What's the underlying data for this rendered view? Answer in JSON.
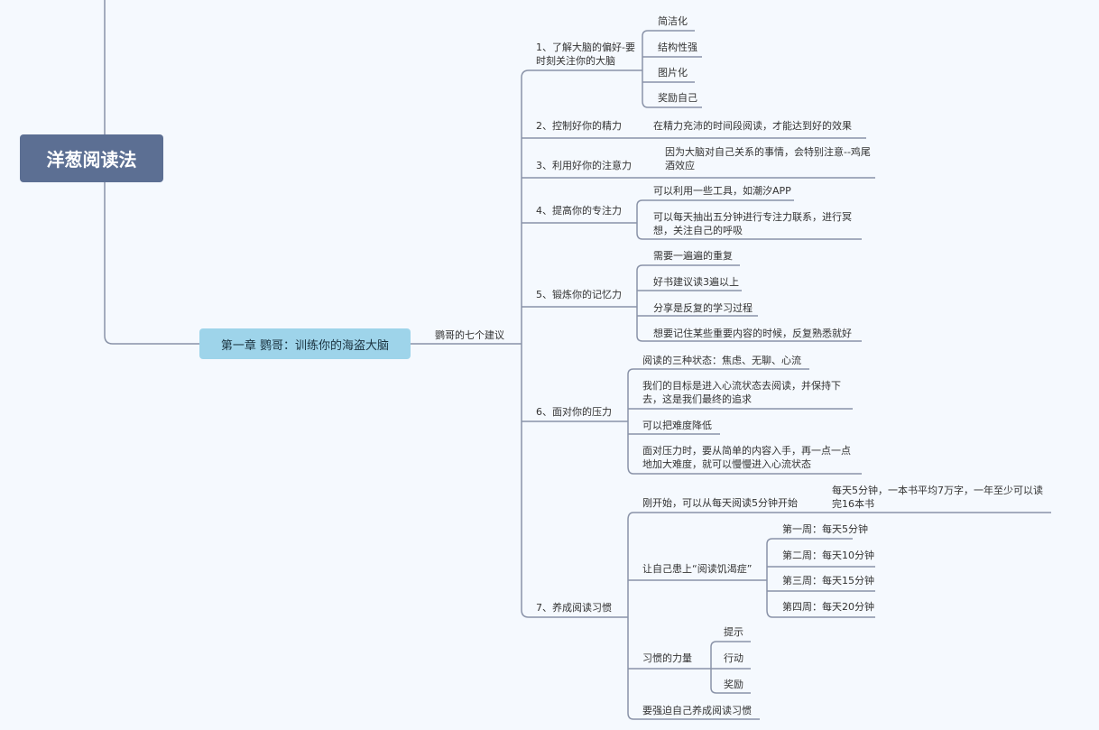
{
  "root": {
    "title": "洋葱阅读法"
  },
  "chapter": {
    "title": "第一章 鹦哥：训练你的海盗大脑"
  },
  "branch": {
    "title": "鹦哥的七个建议"
  },
  "s1": {
    "title": "1、了解大脑的偏好-要时刻关注你的大脑",
    "items": [
      "简洁化",
      "结构性强",
      "图片化",
      "奖励自己"
    ]
  },
  "s2": {
    "title": "2、控制好你的精力",
    "items": [
      "在精力充沛的时间段阅读，才能达到好的效果"
    ]
  },
  "s3": {
    "title": "3、利用好你的注意力",
    "items": [
      "因为大脑对自己关系的事情，会特别注意--鸡尾酒效应"
    ]
  },
  "s4": {
    "title": "4、提高你的专注力",
    "items": [
      "可以利用一些工具，如潮汐APP",
      "可以每天抽出五分钟进行专注力联系，进行冥想，关注自己的呼吸"
    ]
  },
  "s5": {
    "title": "5、锻炼你的记忆力",
    "items": [
      "需要一遍遍的重复",
      "好书建议读3遍以上",
      "分享是反复的学习过程",
      "想要记住某些重要内容的时候，反复熟悉就好"
    ]
  },
  "s6": {
    "title": "6、面对你的压力",
    "items": [
      "阅读的三种状态：焦虑、无聊、心流",
      "我们的目标是进入心流状态去阅读，并保持下去，这是我们最终的追求",
      "可以把难度降低",
      "面对压力时，要从简单的内容入手，再一点一点地加大难度，就可以慢慢进入心流状态"
    ]
  },
  "s7": {
    "title": "7、养成阅读习惯",
    "start": {
      "title": "刚开始，可以从每天阅读5分钟开始",
      "detail": "每天5分钟，一本书平均7万字，一年至少可以读完16本书"
    },
    "hunger": {
      "title": "让自己患上“阅读饥渴症”",
      "items": [
        "第一周：每天5分钟",
        "第二周：每天10分钟",
        "第三周：每天15分钟",
        "第四周：每天20分钟"
      ]
    },
    "habit": {
      "title": "习惯的力量",
      "items": [
        "提示",
        "行动",
        "奖励"
      ]
    },
    "force": {
      "title": "要强迫自己养成阅读习惯"
    }
  },
  "colors": {
    "root_bg": "#5c6f93",
    "chapter_bg": "#9ed4ea",
    "line": "#8a93a8",
    "background": "#f5f9fe"
  }
}
